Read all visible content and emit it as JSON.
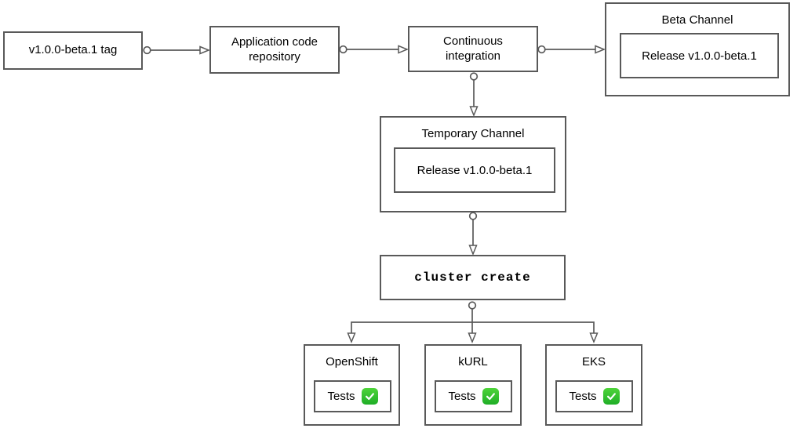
{
  "diagram": {
    "nodes": {
      "tag": {
        "label": "v1.0.0-beta.1 tag"
      },
      "repo": {
        "label": "Application code repository"
      },
      "ci": {
        "label": "Continuous integration"
      },
      "beta_channel": {
        "title": "Beta Channel",
        "release_label": "Release v1.0.0-beta.1"
      },
      "temp_channel": {
        "title": "Temporary Channel",
        "release_label": "Release v1.0.0-beta.1"
      },
      "cluster_create": {
        "label": "cluster create"
      },
      "openshift": {
        "title": "OpenShift",
        "tests_label": "Tests"
      },
      "kurl": {
        "title": "kURL",
        "tests_label": "Tests"
      },
      "eks": {
        "title": "EKS",
        "tests_label": "Tests"
      }
    },
    "icons": {
      "check": "check-mark-button"
    },
    "colors": {
      "box_border": "#595959",
      "background": "#ffffff",
      "text": "#000000",
      "check_green": "#2eb82e"
    }
  }
}
